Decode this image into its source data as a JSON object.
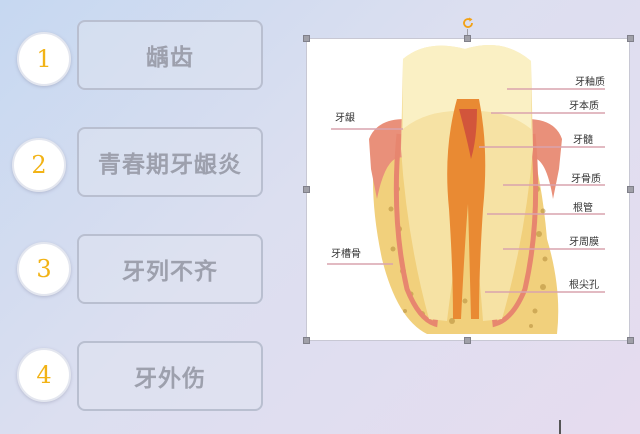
{
  "items": [
    {
      "num": "1",
      "label": "龋齿"
    },
    {
      "num": "2",
      "label": "青春期牙龈炎"
    },
    {
      "num": "3",
      "label": "牙列不齐"
    },
    {
      "num": "4",
      "label": "牙外伤"
    }
  ],
  "diagram_labels": {
    "enamel": "牙釉质",
    "gum": "牙龈",
    "dentin": "牙本质",
    "pulp": "牙髓",
    "cementum": "牙骨质",
    "root_canal": "根管",
    "alveolar_bone": "牙槽骨",
    "periodontal_membrane": "牙周膜",
    "apical_foramen": "根尖孔"
  },
  "colors": {
    "number": "#f2b316",
    "card_text": "#9da0ad",
    "card_border": "#b9bfd0"
  }
}
